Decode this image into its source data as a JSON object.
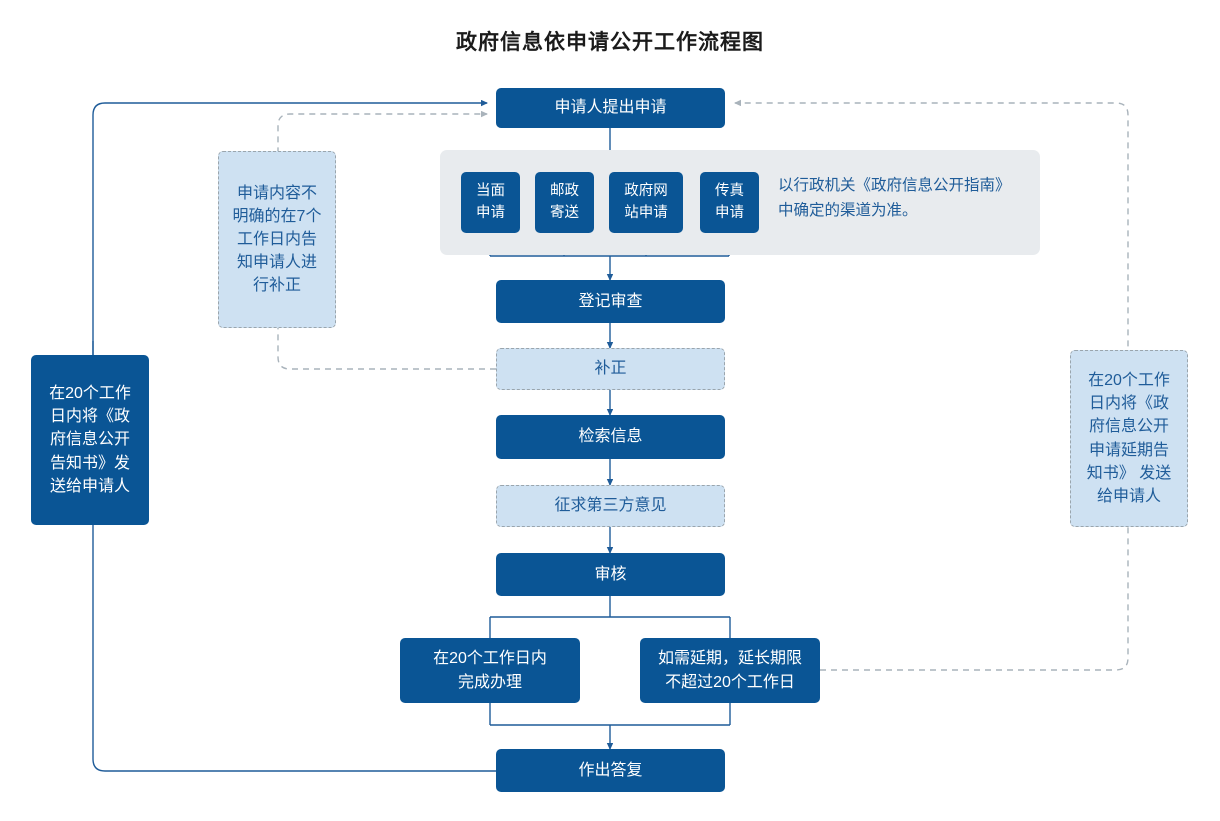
{
  "title": "政府信息依申请公开工作流程图",
  "colors": {
    "dark_box": "#0A5595",
    "light_box": "#CEE1F2",
    "light_box_text": "#1F5C99",
    "panel_bg": "#E8EBEE",
    "connector": "#1F5C99",
    "dashed_connector": "#a9b3bb",
    "title_text": "#1b1b1b"
  },
  "nodes": {
    "apply": "申请人提出申请",
    "channels": [
      "当面\n申请",
      "邮政\n寄送",
      "政府网\n站申请",
      "传真\n申请"
    ],
    "channel_note": "以行政机关《政府信息公开指南》\n中确定的渠道为准。",
    "register": "登记审查",
    "supplement": "补正",
    "retrieve": "检索信息",
    "third_party": "征求第三方意见",
    "review": "审核",
    "complete_20": "在20个工作日内\n完成办理",
    "extend_20": "如需延期，延长期限\n不超过20个工作日",
    "reply": "作出答复"
  },
  "annotations": {
    "left_note": "申请内容不\n明确的在7个\n工作日内告\n知申请人进\n行补正",
    "far_left_note": "在20个工作\n日内将《政\n府信息公开\n告知书》发\n送给申请人",
    "right_note": "在20个工作\n日内将《政\n府信息公开\n申请延期告\n知书》 发送\n给申请人"
  }
}
